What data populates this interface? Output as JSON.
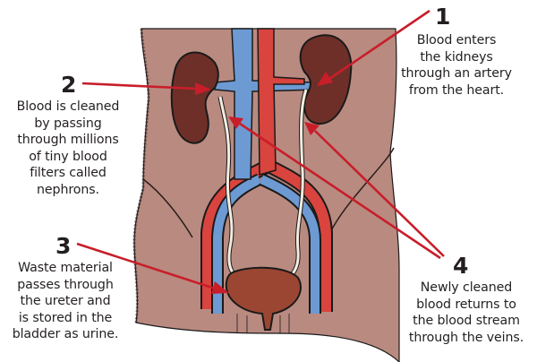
{
  "title": "Kidney function diagram",
  "colors": {
    "skin": "#b98a80",
    "kidney": "#6e2f28",
    "artery": "#d9443e",
    "vein": "#6d9ad3",
    "ureter": "#f3ece0",
    "bladder": "#9a4633",
    "callout_line": "#c81e2a",
    "text": "#231f20"
  },
  "callouts": [
    {
      "number": "1",
      "text": "Blood enters\nthe kidneys\nthrough an artery\nfrom the heart."
    },
    {
      "number": "2",
      "text": "Blood is cleaned\nby passing\nthrough millions\nof tiny blood\nfilters called\nnephrons."
    },
    {
      "number": "3",
      "text": "Waste material\npasses through\nthe ureter and\nis stored in the\nbladder as urine."
    },
    {
      "number": "4",
      "text": "Newly cleaned\nblood returns to\nthe blood stream\nthrough the veins."
    }
  ]
}
